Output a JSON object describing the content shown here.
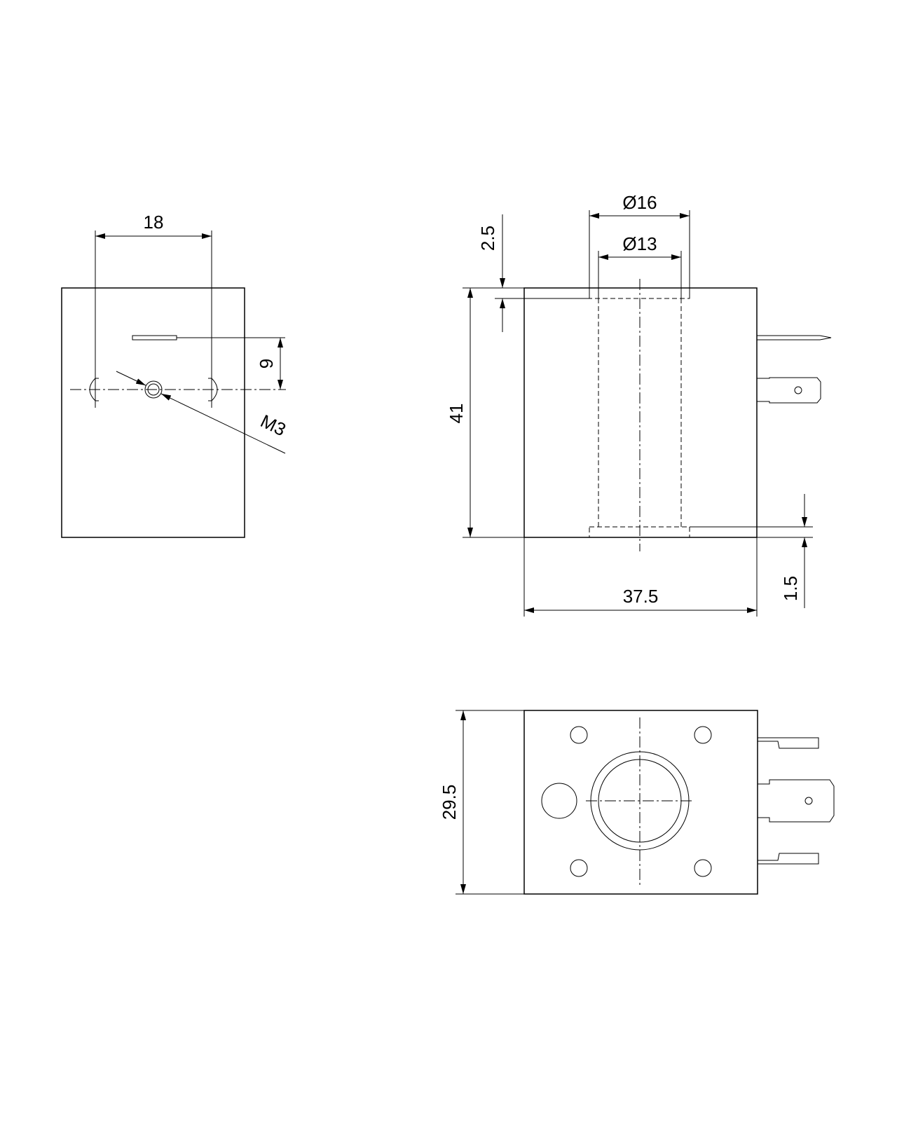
{
  "dimensions": {
    "front_width": "18",
    "front_offset": "9",
    "front_thread": "M3",
    "side_outer_dia": "Ø16",
    "side_inner_dia": "Ø13",
    "side_top_step": "2.5",
    "side_height": "41",
    "side_width": "37.5",
    "side_bottom_step": "1.5",
    "bottom_height": "29.5"
  },
  "colors": {
    "line": "#000000",
    "background": "#ffffff"
  }
}
